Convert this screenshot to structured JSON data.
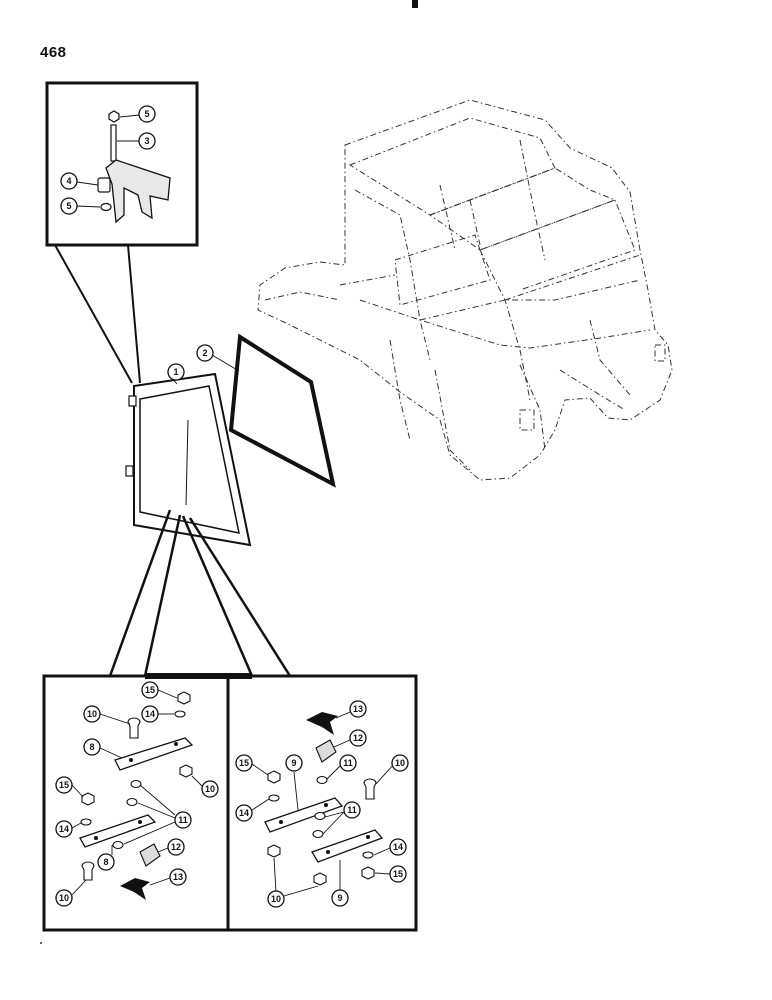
{
  "page": {
    "number": "468"
  },
  "colors": {
    "ink": "#111111",
    "paper": "#ffffff",
    "phantom": "#333333"
  },
  "callouts": {
    "top_inset": [
      "5",
      "3",
      "4",
      "5"
    ],
    "main": [
      "1",
      "2"
    ],
    "left_inset": [
      "15",
      "14",
      "10",
      "8",
      "10",
      "15",
      "11",
      "14",
      "8",
      "12",
      "10",
      "13"
    ],
    "right_inset": [
      "13",
      "12",
      "15",
      "9",
      "11",
      "10",
      "14",
      "11",
      "14",
      "10",
      "9",
      "15"
    ]
  }
}
